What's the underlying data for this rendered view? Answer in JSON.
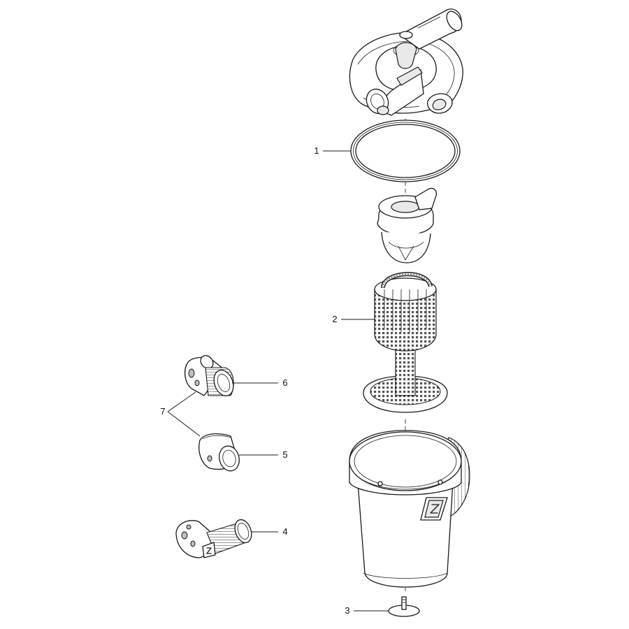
{
  "callouts": [
    {
      "id": "1",
      "text": "1"
    },
    {
      "id": "2",
      "text": "2"
    },
    {
      "id": "3",
      "text": "3"
    },
    {
      "id": "4",
      "text": "4"
    },
    {
      "id": "5",
      "text": "5"
    },
    {
      "id": "6",
      "text": "6"
    },
    {
      "id": "7",
      "text": "7"
    }
  ]
}
